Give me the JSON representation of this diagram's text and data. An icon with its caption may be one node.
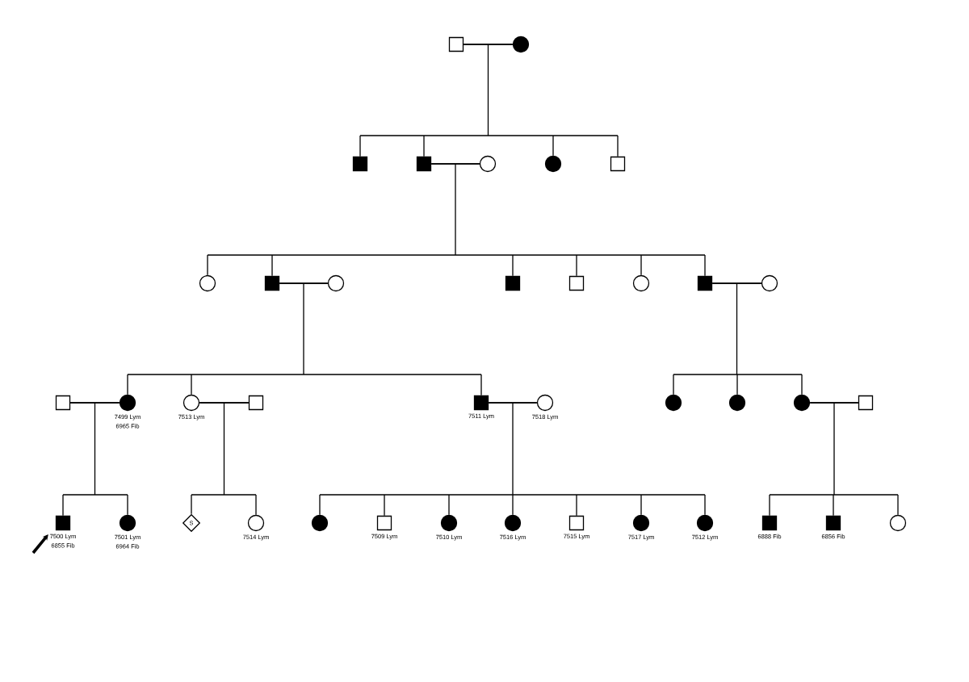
{
  "diagram": {
    "nodes": [
      {
        "text": [],
        "shape": "square"
      },
      {
        "text": [],
        "shape": "filled-circle"
      },
      {
        "text": [],
        "shape": "filled-square"
      },
      {
        "text": [],
        "shape": "filled-square"
      },
      {
        "text": [],
        "shape": "circle"
      },
      {
        "text": [],
        "shape": "filled-circle"
      },
      {
        "text": [],
        "shape": "square"
      },
      {
        "text": [],
        "shape": "circle"
      },
      {
        "text": [],
        "shape": "filled-square"
      },
      {
        "text": [],
        "shape": "circle"
      },
      {
        "text": [],
        "shape": "filled-square"
      },
      {
        "text": [],
        "shape": "square"
      },
      {
        "text": [],
        "shape": "circle"
      },
      {
        "text": [],
        "shape": "filled-square"
      },
      {
        "text": [],
        "shape": "circle"
      },
      {
        "text": [],
        "shape": "square"
      },
      {
        "text": [],
        "shape": "filled-circle",
        "beside": [
          "7499 Lym",
          "6965 Fib"
        ]
      },
      {
        "text": [],
        "shape": "circle",
        "beside": [
          "7513 Lym"
        ]
      },
      {
        "text": [],
        "shape": "square"
      },
      {
        "text": [],
        "shape": "filled-square",
        "beside": [
          "7511 Lym"
        ]
      },
      {
        "text": [],
        "shape": "circle",
        "beside": [
          "7518 Lym"
        ]
      },
      {
        "text": [],
        "shape": "filled-circle"
      },
      {
        "text": [],
        "shape": "filled-circle"
      },
      {
        "text": [],
        "shape": "filled-circle"
      },
      {
        "text": [],
        "shape": "square"
      },
      {
        "text": [],
        "shape": "filled-square",
        "beside": [
          "7500 Lym",
          "6855 Fib"
        ]
      },
      {
        "text": [],
        "shape": "filled-circle",
        "beside": [
          "7501 Lym",
          "6964 Fib"
        ]
      },
      {
        "text": [
          "S"
        ]
      },
      {
        "text": [],
        "shape": "circle",
        "beside": [
          "7514 Lym"
        ]
      },
      {
        "text": [],
        "shape": "filled-circle"
      },
      {
        "text": [],
        "shape": "square",
        "beside": [
          "7509 Lym"
        ]
      },
      {
        "text": [],
        "shape": "filled-circle",
        "beside": [
          "7510 Lym"
        ]
      },
      {
        "text": [],
        "shape": "filled-circle",
        "beside": [
          "7516 Lym"
        ]
      },
      {
        "text": [],
        "shape": "square",
        "beside": [
          "7515 Lym"
        ]
      },
      {
        "text": [],
        "shape": "filled-circle",
        "beside": [
          "7517 Lym"
        ]
      },
      {
        "text": [],
        "shape": "filled-circle",
        "beside": [
          "7512 Lym"
        ]
      },
      {
        "text": [],
        "shape": "filled-square",
        "beside": [
          "6888 Fib"
        ]
      },
      {
        "text": [],
        "shape": "filled-square",
        "beside": [
          "6856 Fib"
        ]
      },
      {
        "text": [],
        "shape": "circle"
      }
    ],
    "edges": [
      {
        "from": 0,
        "to": 1,
        "arrow": "none"
      },
      {
        "from": 0,
        "to": 2,
        "arrow": "none"
      },
      {
        "from": 1,
        "to": 2,
        "arrow": "none"
      },
      {
        "from": 0,
        "to": 3,
        "arrow": "none"
      },
      {
        "from": 1,
        "to": 3,
        "arrow": "none"
      },
      {
        "from": 0,
        "to": 5,
        "arrow": "none"
      },
      {
        "from": 1,
        "to": 5,
        "arrow": "none"
      },
      {
        "from": 0,
        "to": 6,
        "arrow": "none"
      },
      {
        "from": 1,
        "to": 6,
        "arrow": "none"
      },
      {
        "from": 3,
        "to": 4,
        "arrow": "none"
      },
      {
        "from": 3,
        "to": 7,
        "arrow": "none"
      },
      {
        "from": 4,
        "to": 7,
        "arrow": "none"
      },
      {
        "from": 3,
        "to": 8,
        "arrow": "none"
      },
      {
        "from": 4,
        "to": 8,
        "arrow": "none"
      },
      {
        "from": 3,
        "to": 10,
        "arrow": "none"
      },
      {
        "from": 4,
        "to": 10,
        "arrow": "none"
      },
      {
        "from": 3,
        "to": 11,
        "arrow": "none"
      },
      {
        "from": 4,
        "to": 11,
        "arrow": "none"
      },
      {
        "from": 3,
        "to": 12,
        "arrow": "none"
      },
      {
        "from": 4,
        "to": 12,
        "arrow": "none"
      },
      {
        "from": 3,
        "to": 13,
        "arrow": "none"
      },
      {
        "from": 4,
        "to": 13,
        "arrow": "none"
      },
      {
        "from": 8,
        "to": 9,
        "arrow": "none"
      },
      {
        "from": 8,
        "to": 16,
        "arrow": "none"
      },
      {
        "from": 9,
        "to": 16,
        "arrow": "none"
      },
      {
        "from": 8,
        "to": 17,
        "arrow": "none"
      },
      {
        "from": 9,
        "to": 17,
        "arrow": "none"
      },
      {
        "from": 8,
        "to": 19,
        "arrow": "none"
      },
      {
        "from": 9,
        "to": 19,
        "arrow": "none"
      },
      {
        "from": 13,
        "to": 14,
        "arrow": "none"
      },
      {
        "from": 13,
        "to": 21,
        "arrow": "none"
      },
      {
        "from": 14,
        "to": 21,
        "arrow": "none"
      },
      {
        "from": 13,
        "to": 22,
        "arrow": "none"
      },
      {
        "from": 14,
        "to": 22,
        "arrow": "none"
      },
      {
        "from": 13,
        "to": 23,
        "arrow": "none"
      },
      {
        "from": 14,
        "to": 23,
        "arrow": "none"
      },
      {
        "from": 15,
        "to": 16,
        "arrow": "none"
      },
      {
        "from": 15,
        "to": 25,
        "arrow": "none"
      },
      {
        "from": 16,
        "to": 25,
        "arrow": "none"
      },
      {
        "from": 15,
        "to": 26,
        "arrow": "none"
      },
      {
        "from": 16,
        "to": 26,
        "arrow": "none"
      },
      {
        "from": 17,
        "to": 18,
        "arrow": "none"
      },
      {
        "from": 17,
        "to": 27,
        "arrow": "none"
      },
      {
        "from": 18,
        "to": 27,
        "arrow": "none"
      },
      {
        "from": 17,
        "to": 28,
        "arrow": "none"
      },
      {
        "from": 18,
        "to": 28,
        "arrow": "none"
      },
      {
        "from": 19,
        "to": 20,
        "arrow": "none"
      },
      {
        "from": 19,
        "to": 29,
        "arrow": "none"
      },
      {
        "from": 20,
        "to": 29,
        "arrow": "none"
      },
      {
        "from": 19,
        "to": 30,
        "arrow": "none"
      },
      {
        "from": 20,
        "to": 30,
        "arrow": "none"
      },
      {
        "from": 19,
        "to": 31,
        "arrow": "none"
      },
      {
        "from": 20,
        "to": 31,
        "arrow": "none"
      },
      {
        "from": 19,
        "to": 32,
        "arrow": "none"
      },
      {
        "from": 20,
        "to": 32,
        "arrow": "none"
      },
      {
        "from": 19,
        "to": 33,
        "arrow": "none"
      },
      {
        "from": 20,
        "to": 33,
        "arrow": "none"
      },
      {
        "from": 19,
        "to": 34,
        "arrow": "none"
      },
      {
        "from": 20,
        "to": 34,
        "arrow": "none"
      },
      {
        "from": 19,
        "to": 35,
        "arrow": "none"
      },
      {
        "from": 20,
        "to": 35,
        "arrow": "none"
      },
      {
        "from": 23,
        "to": 24,
        "arrow": "none"
      },
      {
        "from": 23,
        "to": 36,
        "arrow": "none"
      },
      {
        "from": 24,
        "to": 36,
        "arrow": "none"
      },
      {
        "from": 23,
        "to": 37,
        "arrow": "none"
      },
      {
        "from": 24,
        "to": 37,
        "arrow": "none"
      },
      {
        "from": 23,
        "to": 38,
        "arrow": "none"
      },
      {
        "from": 24,
        "to": 38,
        "arrow": "none"
      },
      {
        "from": null,
        "to": 25,
        "arrow": "to",
        "style": "thick"
      }
    ]
  }
}
